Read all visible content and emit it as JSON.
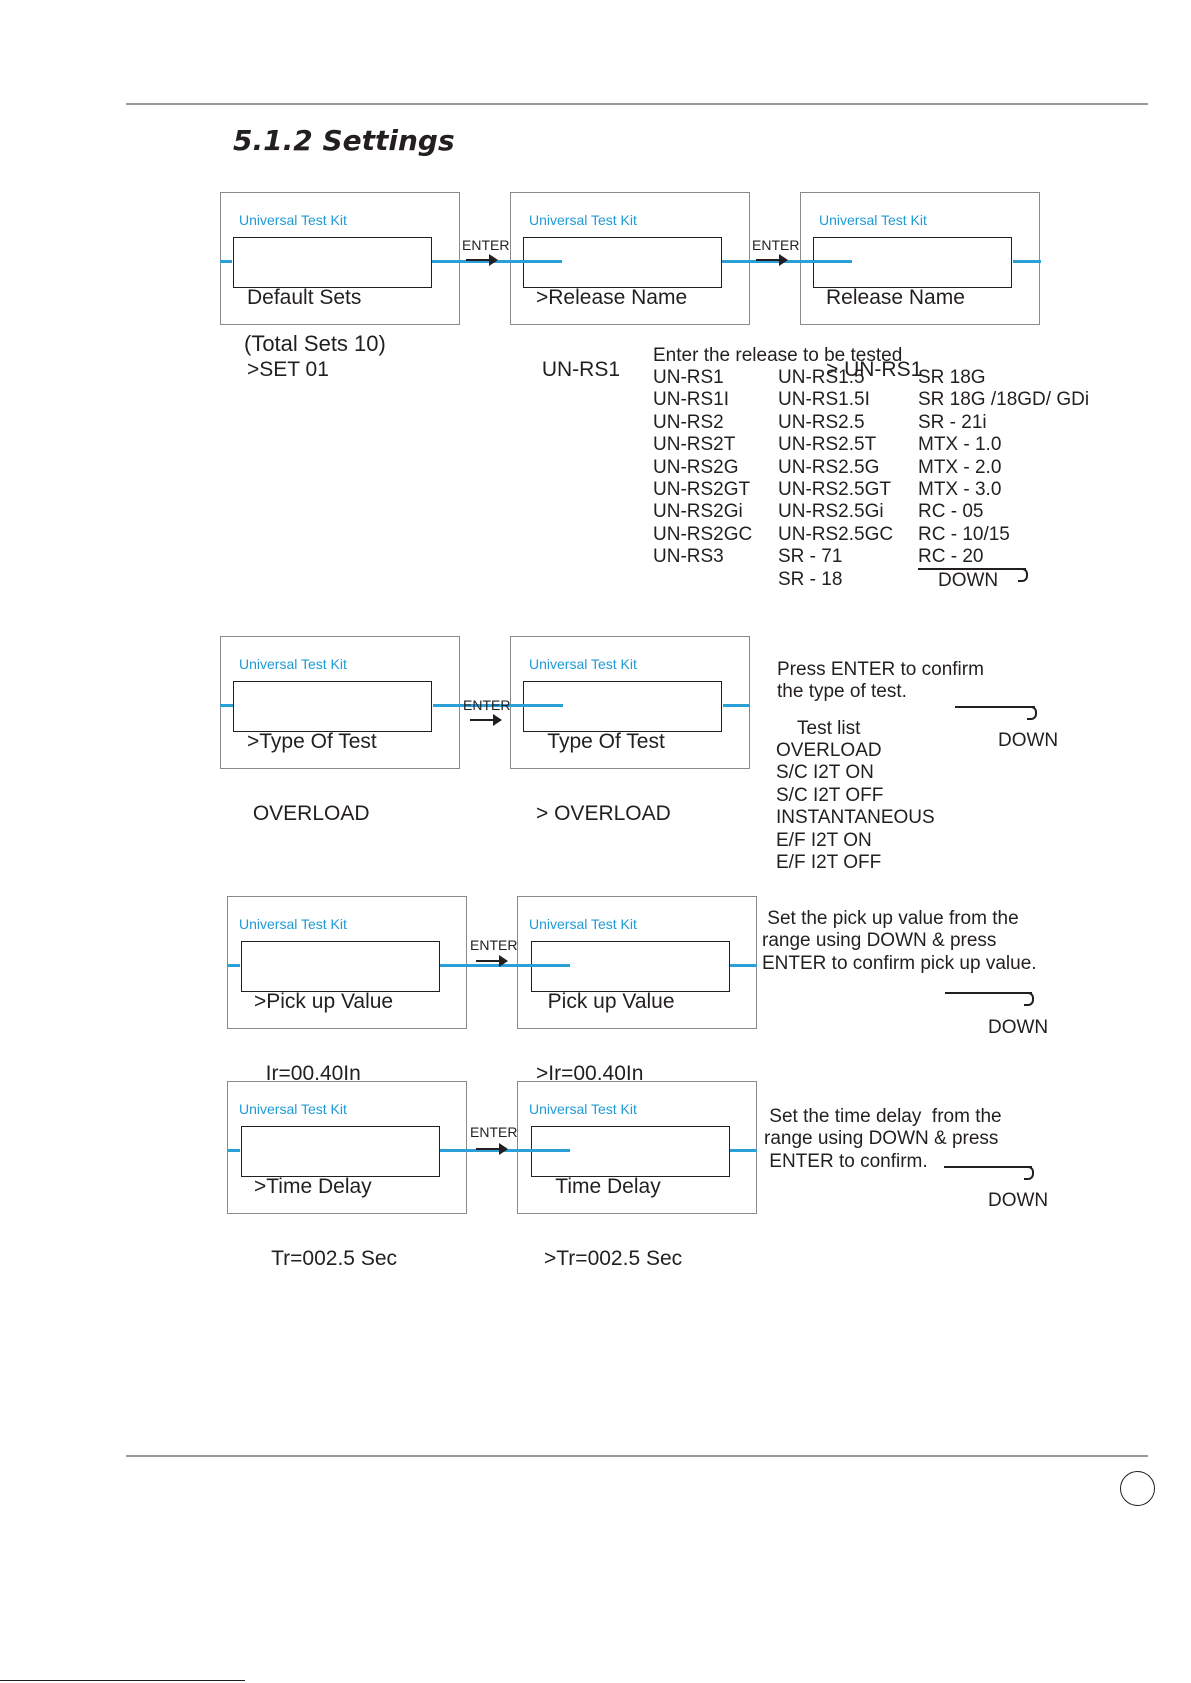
{
  "heading": "5.1.2  Settings",
  "kit_label": "Universal Test Kit",
  "enter_label": "ENTER",
  "down_label": "DOWN",
  "row1": {
    "screens": [
      {
        "line1": "Default Sets",
        "line2": ">SET 01"
      },
      {
        "line1": ">Release Name",
        "line2": " UN-RS1"
      },
      {
        "line1": "Release Name",
        "line2": "> UN-RS1"
      }
    ],
    "total_sets": "(Total Sets 10)",
    "release_prompt": "Enter the release to be tested",
    "release_col1": [
      "UN-RS1",
      "UN-RS1I",
      "UN-RS2",
      "UN-RS2T",
      "UN-RS2G",
      "UN-RS2GT",
      "UN-RS2Gi",
      "UN-RS2GC",
      "UN-RS3"
    ],
    "release_col2": [
      "UN-RS1.5",
      "UN-RS1.5I",
      "UN-RS2.5",
      "UN-RS2.5T",
      "UN-RS2.5G",
      "UN-RS2.5GT",
      "UN-RS2.5Gi",
      "UN-RS2.5GC",
      "SR - 71",
      "SR - 18"
    ],
    "release_col3": [
      "SR 18G",
      "SR 18G /18GD/ GDi",
      "SR - 21i",
      "MTX - 1.0",
      "MTX - 2.0",
      "MTX - 3.0",
      "RC - 05",
      "RC - 10/15",
      "RC - 20"
    ]
  },
  "row2": {
    "screens": [
      {
        "line1": ">Type Of Test",
        "line2": " OVERLOAD"
      },
      {
        "line1": "  Type Of Test",
        "line2": "> OVERLOAD"
      }
    ],
    "instructions": [
      "Press ENTER to confirm",
      "the type of test."
    ],
    "test_list_title": "Test list",
    "test_list": [
      "OVERLOAD",
      "S/C I2T ON",
      "S/C I2T OFF",
      "INSTANTANEOUS",
      "E/F I2T ON",
      "E/F I2T OFF"
    ]
  },
  "row3": {
    "screens": [
      {
        "line1": ">Pick up Value",
        "line2": "  Ir=00.40In"
      },
      {
        "line1": "  Pick up Value",
        "line2": ">Ir=00.40In"
      }
    ],
    "instructions": [
      " Set the pick up value from the",
      "range using DOWN & press",
      "ENTER to confirm pick up value."
    ]
  },
  "row4": {
    "screens": [
      {
        "line1": ">Time Delay",
        "line2": "   Tr=002.5 Sec"
      },
      {
        "line1": "  Time Delay",
        "line2": ">Tr=002.5 Sec"
      }
    ],
    "instructions": [
      " Set the time delay  from the",
      "range using DOWN & press",
      " ENTER to confirm."
    ]
  }
}
